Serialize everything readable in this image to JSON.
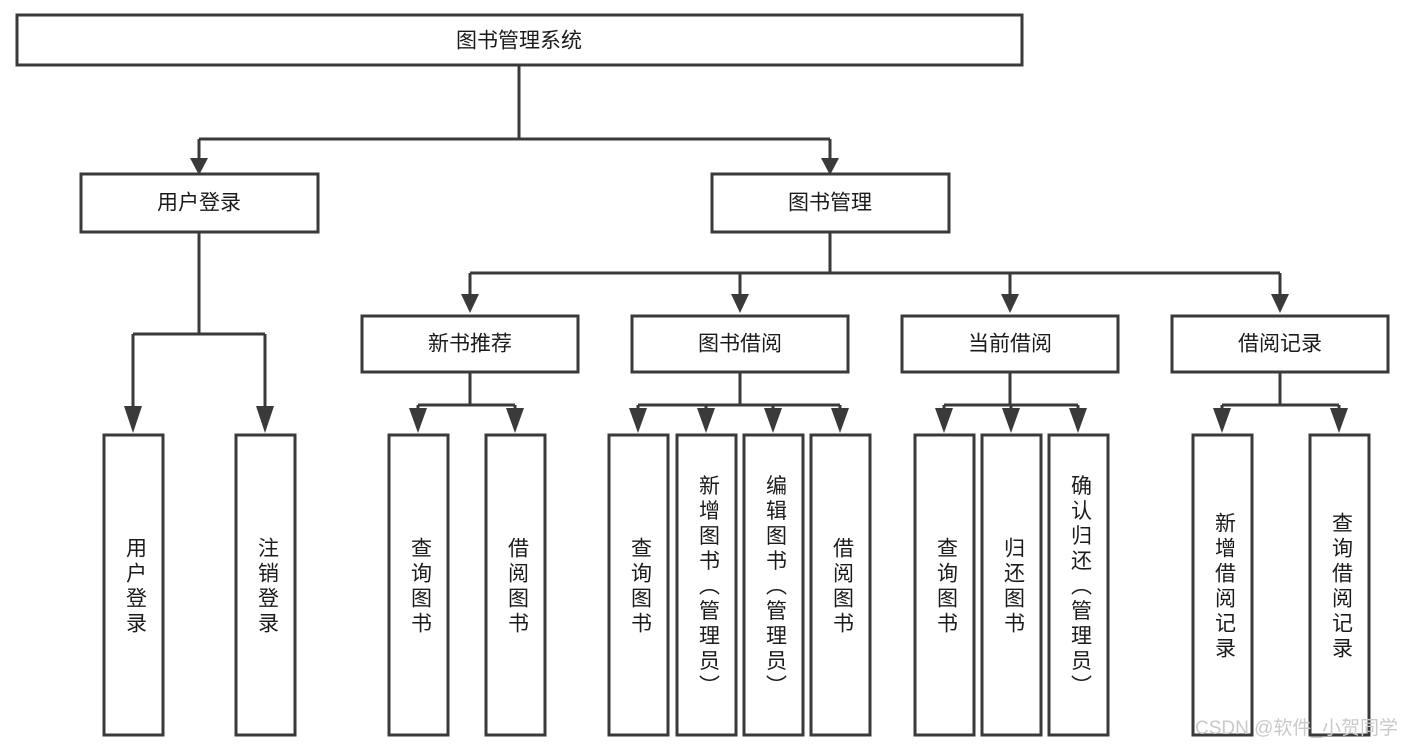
{
  "diagram": {
    "title": "图书管理系统",
    "type": "tree-hierarchy-chart",
    "watermark": "CSDN @软件_小贺同学",
    "colors": {
      "stroke": "#3a3a3a",
      "fill": "#ffffff",
      "text": "#1b1b1b",
      "watermark": "#c9c9c9"
    },
    "root": {
      "label": "图书管理系统"
    },
    "level2": [
      {
        "label": "用户登录"
      },
      {
        "label": "图书管理"
      }
    ],
    "level3": [
      {
        "label": "新书推荐"
      },
      {
        "label": "图书借阅"
      },
      {
        "label": "当前借阅"
      },
      {
        "label": "借阅记录"
      }
    ],
    "leaves": {
      "user_login": [
        {
          "label": "用户登录"
        },
        {
          "label": "注销登录"
        }
      ],
      "new_book_recommend": [
        {
          "label": "查询图书"
        },
        {
          "label": "借阅图书"
        }
      ],
      "book_borrow": [
        {
          "label": "查询图书"
        },
        {
          "label": "新增图书（管理员）"
        },
        {
          "label": "编辑图书（管理员）"
        },
        {
          "label": "借阅图书"
        }
      ],
      "current_borrow": [
        {
          "label": "查询图书"
        },
        {
          "label": "归还图书"
        },
        {
          "label": "确认归还（管理员）"
        }
      ],
      "borrow_record": [
        {
          "label": "新增借阅记录"
        },
        {
          "label": "查询借阅记录"
        }
      ]
    }
  }
}
